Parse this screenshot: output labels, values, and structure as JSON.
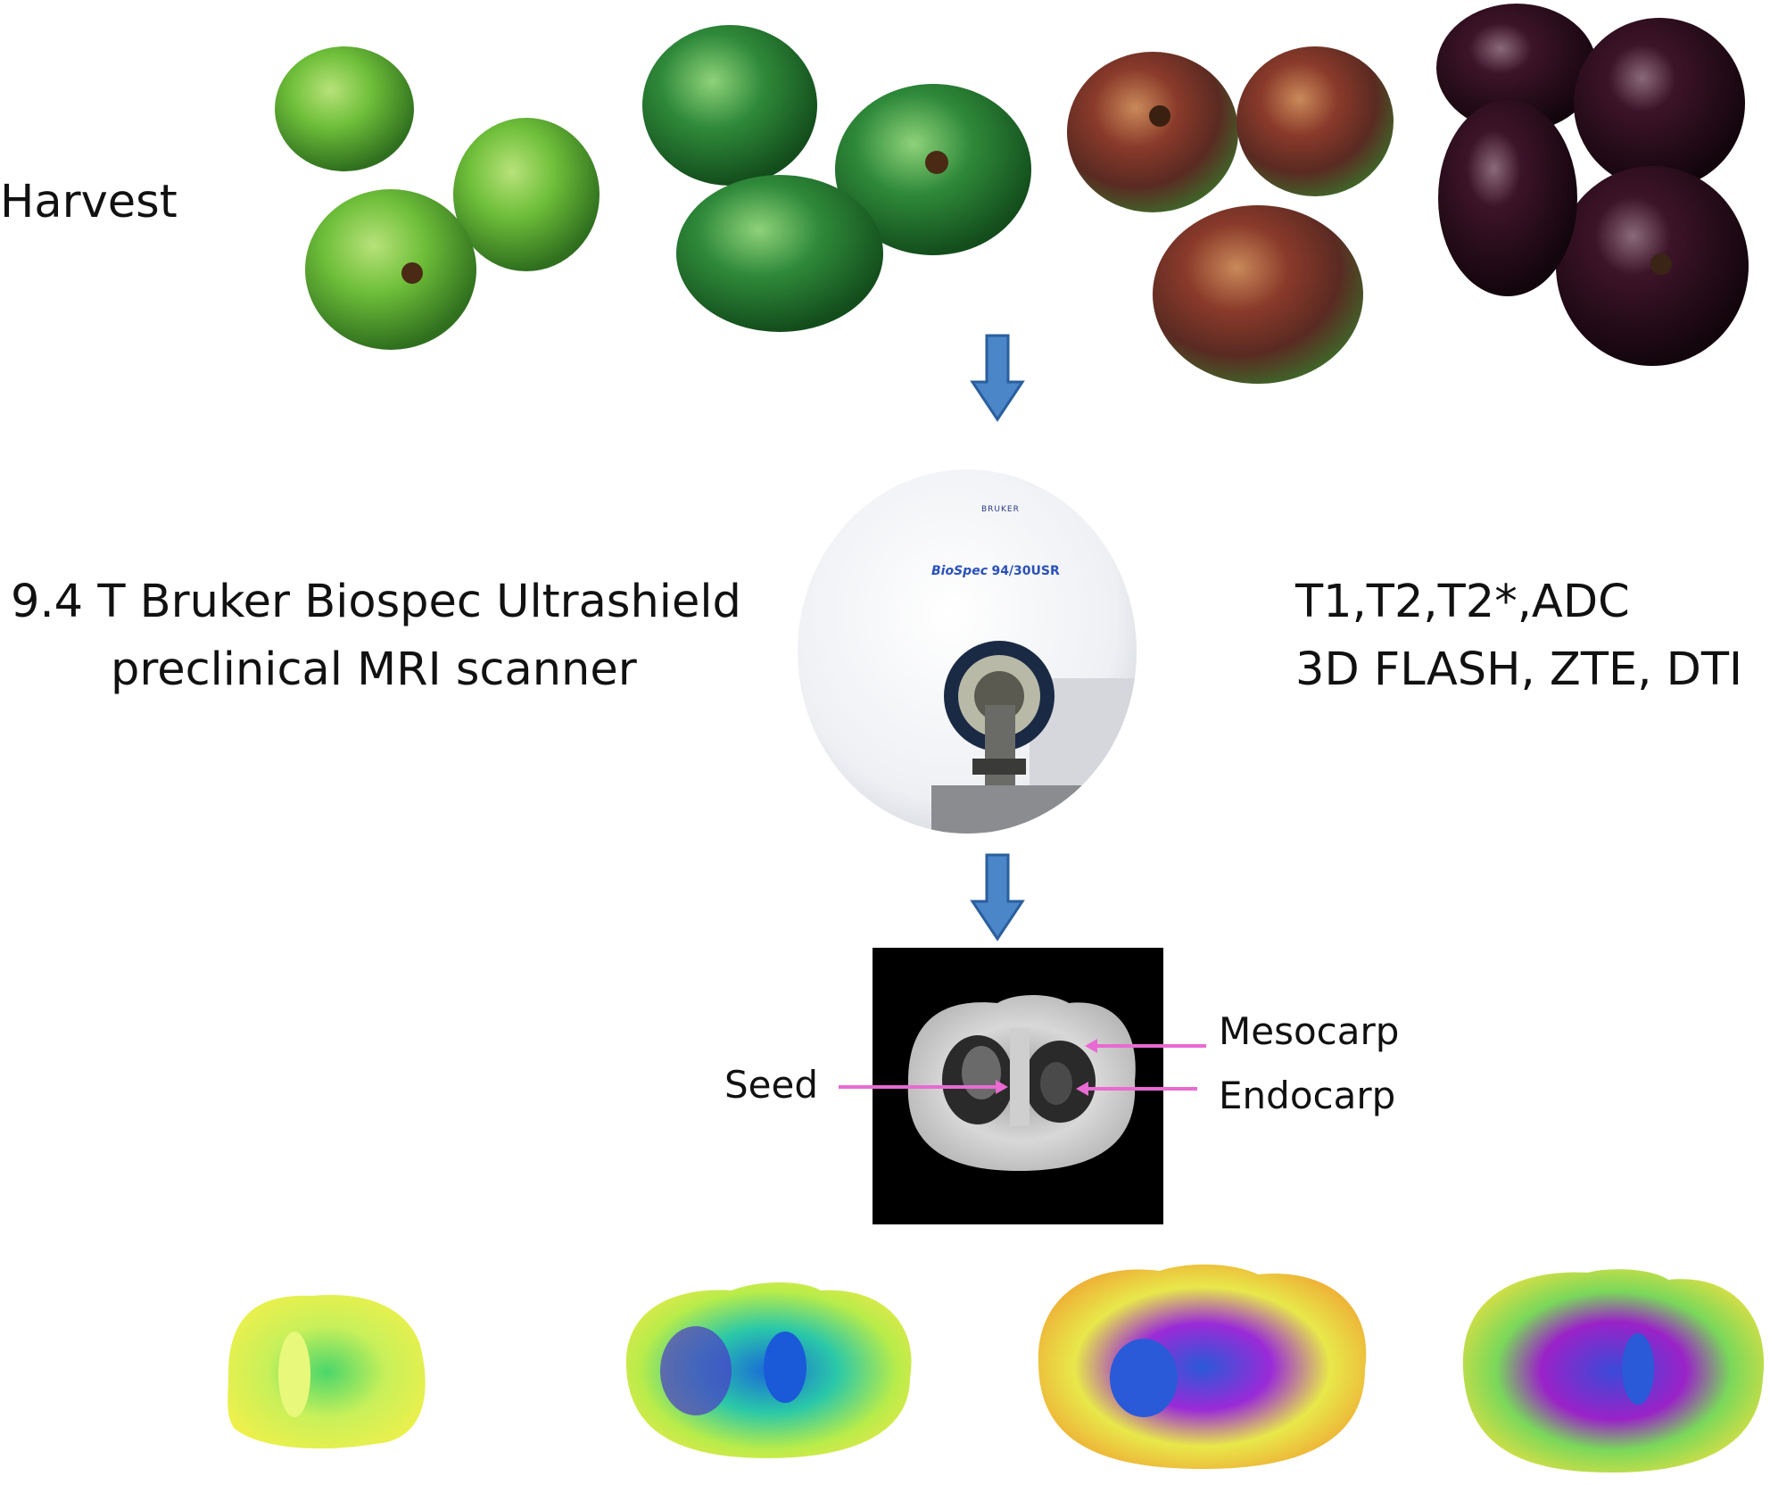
{
  "labels": {
    "harvest": "Harvest",
    "scanner_line1": "9.4 T Bruker Biospec Ultrashield",
    "scanner_line2": "preclinical MRI scanner",
    "params_line1": "T1,T2,T2*,ADC",
    "params_line2": "3D FLASH, ZTE, DTI",
    "seed": "Seed",
    "mesocarp": "Mesocarp",
    "endocarp": "Endocarp"
  },
  "scanner": {
    "brand": "BRUKER",
    "model_italic": "BioSpec",
    "model_number": "94/30USR"
  },
  "colors": {
    "arrow_fill": "#4a86c8",
    "arrow_stroke": "#2a5f9e",
    "pointer": "#e86ad2",
    "fruit_green_light": "#6fbf3a",
    "fruit_green_dark": "#2f8a3a",
    "fruit_red_green": "#7a3b2e",
    "fruit_dark_purple": "#2a0f1c"
  },
  "fruit_stages": [
    "stage-1-light-green",
    "stage-2-dark-green",
    "stage-3-red-green",
    "stage-4-dark-purple"
  ],
  "heatmap_stages": [
    "heatmap-stage-1",
    "heatmap-stage-2",
    "heatmap-stage-3",
    "heatmap-stage-4"
  ]
}
